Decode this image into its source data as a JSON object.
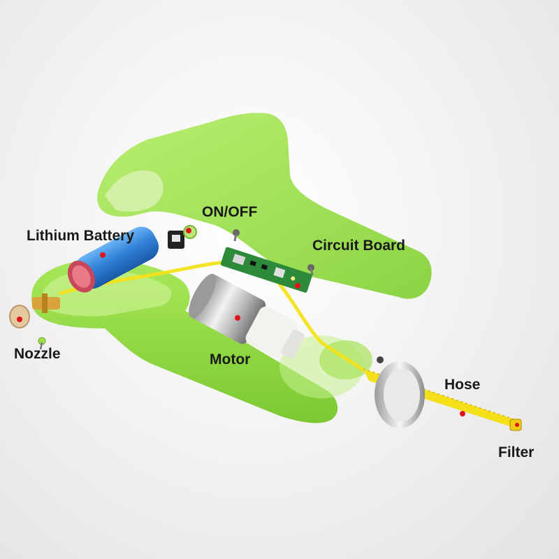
{
  "labels": {
    "lithium_battery": "Lithium Battery",
    "on_off": "ON/OFF",
    "circuit_board": "Circuit Board",
    "nozzle": "Nozzle",
    "motor": "Motor",
    "hose": "Hose",
    "filter": "Filter"
  },
  "colors": {
    "housing_green": "#9fe04a",
    "battery_blue": "#2f7fd6",
    "hose_yellow": "#f3e21a",
    "marker_red": "#e0141b",
    "pcb_green": "#2c8a3a",
    "label_text": "#1a1a1a"
  }
}
